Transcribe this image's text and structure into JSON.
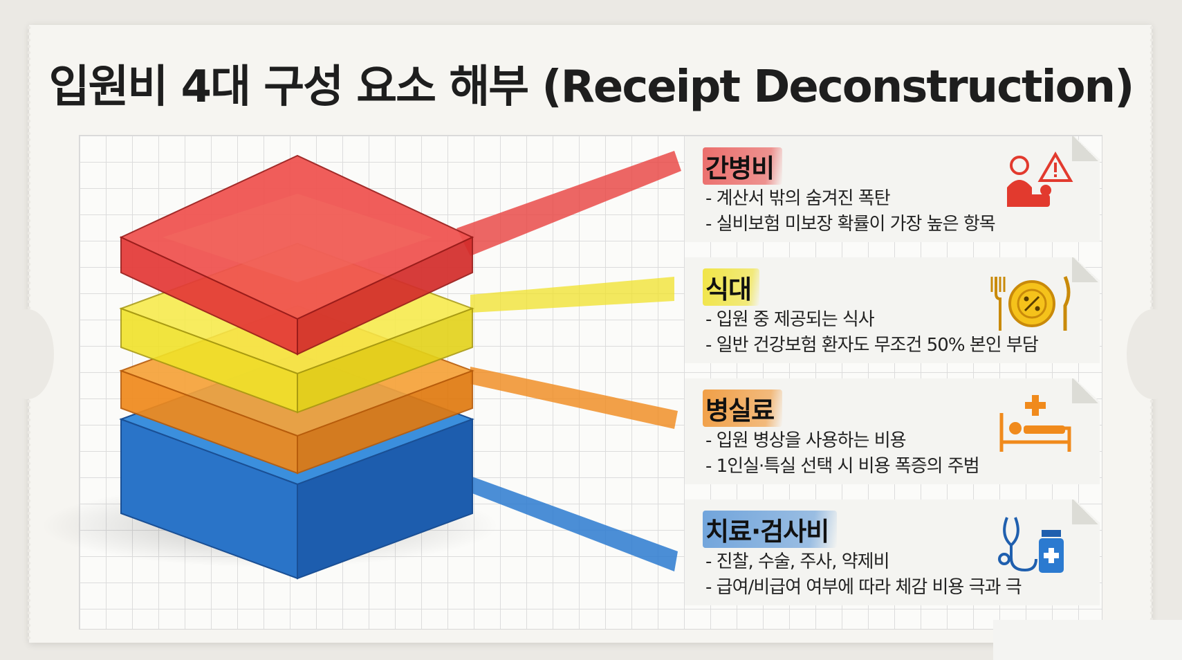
{
  "title": "입원비 4대 구성 요소 해부 (Receipt Deconstruction)",
  "colors": {
    "caregiver": "#e8413f",
    "meals": "#f0e22a",
    "room": "#f08a1c",
    "treatment": "#2b7ad0"
  },
  "components": [
    {
      "label": "간병비",
      "lines": [
        "- 계산서 밖의 숨겨진 폭탄",
        "- 실비보험 미보장 확률이 가장 높은 항목"
      ],
      "icon": "caregiver-warning-icon"
    },
    {
      "label": "식대",
      "lines": [
        "- 입원 중 제공되는 식사",
        "- 일반 건강보험 환자도 무조건 50% 본인 부담"
      ],
      "icon": "meal-percent-icon"
    },
    {
      "label": "병실료",
      "lines": [
        "- 입원 병상을 사용하는 비용",
        "- 1인실·특실 선택 시 비용 폭증의 주범"
      ],
      "icon": "hospital-bed-icon"
    },
    {
      "label": "치료·검사비",
      "lines": [
        "- 진찰, 수술, 주사, 약제비",
        "- 급여/비급여 여부에 따라 체감 비용 극과 극"
      ],
      "icon": "stethoscope-medicine-icon"
    }
  ]
}
